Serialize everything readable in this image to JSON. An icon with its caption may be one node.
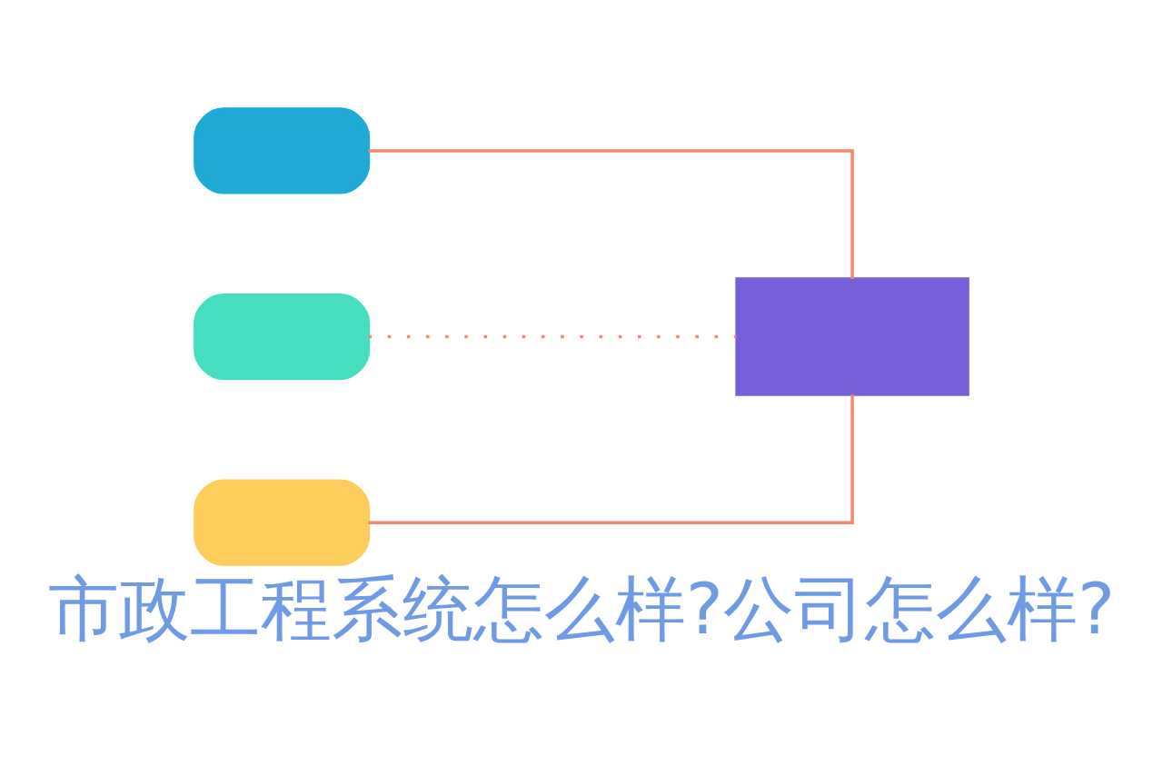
{
  "diagram": {
    "title": "市政工程系统怎么样?公司怎么样?",
    "nodes": [
      {
        "text": [],
        "shape": "box"
      },
      {
        "text": [],
        "shape": "box"
      },
      {
        "text": [],
        "shape": "box"
      },
      {
        "text": [],
        "shape": "box"
      }
    ],
    "edges": [
      {
        "from": 0,
        "to": 3,
        "arrow": "none",
        "color": "#f08a6e"
      },
      {
        "from": 1,
        "to": 3,
        "arrow": "none",
        "style": "dashed",
        "color": "#f08a6e"
      },
      {
        "from": 2,
        "to": 3,
        "arrow": "none",
        "color": "#f08a6e"
      }
    ]
  }
}
